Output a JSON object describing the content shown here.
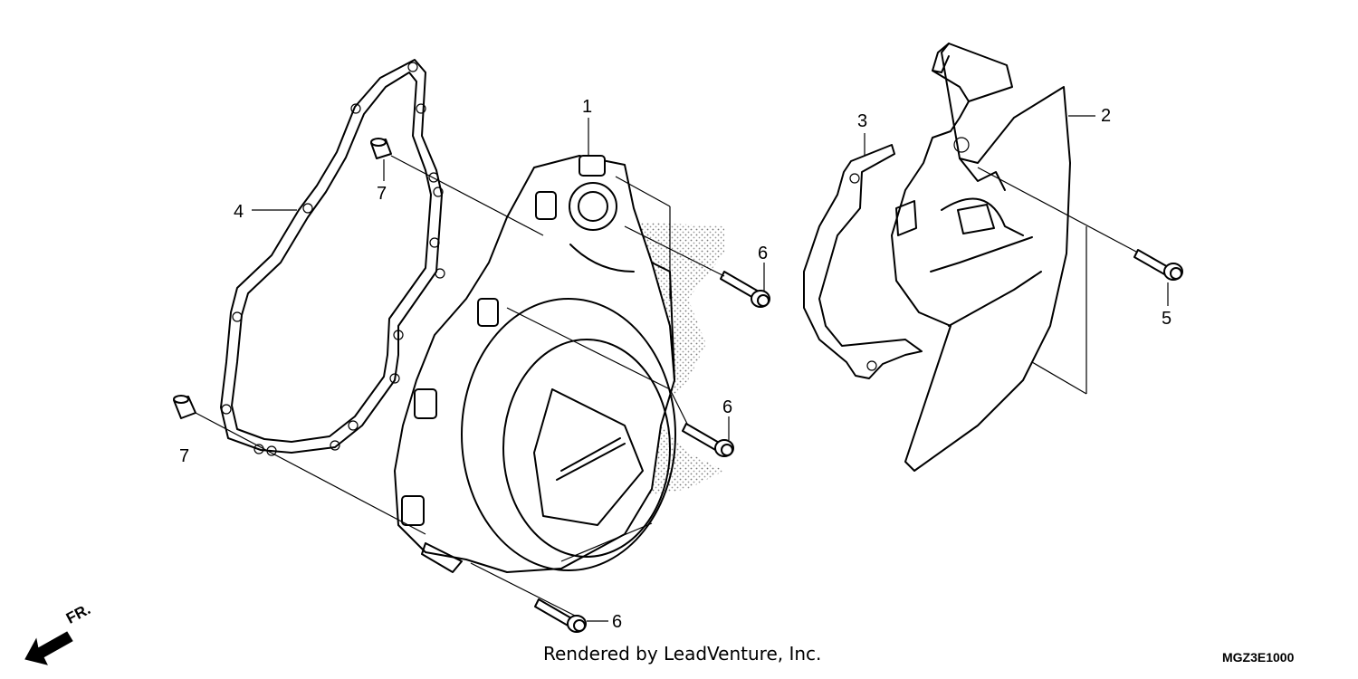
{
  "callouts": {
    "c1": "1",
    "c2": "2",
    "c3": "3",
    "c4": "4",
    "c5": "5",
    "c6a": "6",
    "c6b": "6",
    "c6c": "6",
    "c7a": "7",
    "c7b": "7"
  },
  "direction_label": "FR.",
  "footer": {
    "credit": "Rendered by LeadVenture, Inc.",
    "diagram_code": "MGZ3E1000"
  }
}
